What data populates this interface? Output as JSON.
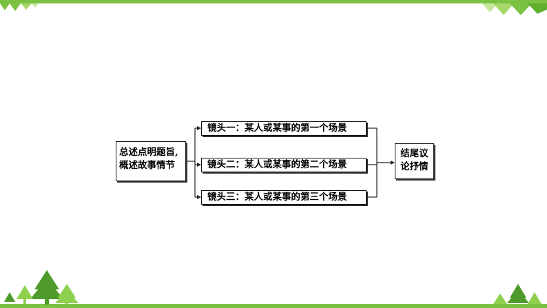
{
  "diagram": {
    "left_box": {
      "lines": [
        "总述点明题旨,",
        "概述故事情节"
      ]
    },
    "shots": [
      {
        "label": "镜头一：某人或某事的第一个场景"
      },
      {
        "label": "镜头二：某人或某事的第二个场景"
      },
      {
        "label": "镜头三：某人或某事的第三个场景"
      }
    ],
    "right_box": {
      "lines": [
        "结尾议",
        "论抒情"
      ]
    }
  },
  "theme": {
    "accent": "#7cc242",
    "tree_dark": "#4e9a2a",
    "tree_light": "#8fd14f"
  }
}
